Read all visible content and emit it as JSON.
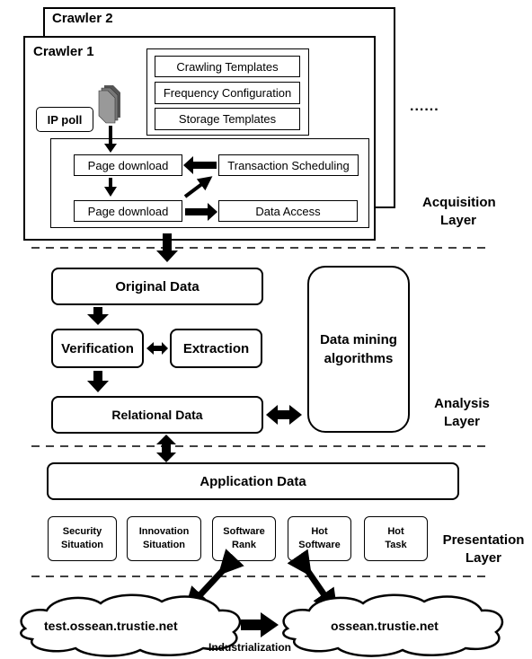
{
  "acquisition": {
    "crawler2_title": "Crawler 2",
    "crawler1_title": "Crawler 1",
    "templates": [
      "Crawling Templates",
      "Frequency Configuration",
      "Storage Templates"
    ],
    "ip_poll": "IP poll",
    "page_download_1": "Page download",
    "page_download_2": "Page download",
    "transaction_scheduling": "Transaction Scheduling",
    "data_access": "Data Access",
    "ellipsis": "......",
    "layer_label_line1": "Acquisition",
    "layer_label_line2": "Layer"
  },
  "analysis": {
    "original_data": "Original Data",
    "verification": "Verification",
    "extraction": "Extraction",
    "relational_data": "Relational Data",
    "data_mining_line1": "Data mining",
    "data_mining_line2": "algorithms",
    "layer_label_line1": "Analysis",
    "layer_label_line2": "Layer"
  },
  "presentation": {
    "application_data": "Application Data",
    "cards": [
      {
        "line1": "Security",
        "line2": "Situation"
      },
      {
        "line1": "Innovation",
        "line2": "Situation"
      },
      {
        "line1": "Software",
        "line2": "Rank"
      },
      {
        "line1": "Hot",
        "line2": "Software"
      },
      {
        "line1": "Hot",
        "line2": "Task"
      }
    ],
    "layer_label_line1": "Presentation",
    "layer_label_line2": "Layer"
  },
  "deployment": {
    "test_site": "test.ossean.trustie.net",
    "prod_site": "ossean.trustie.net",
    "transition": "Industrialization"
  }
}
